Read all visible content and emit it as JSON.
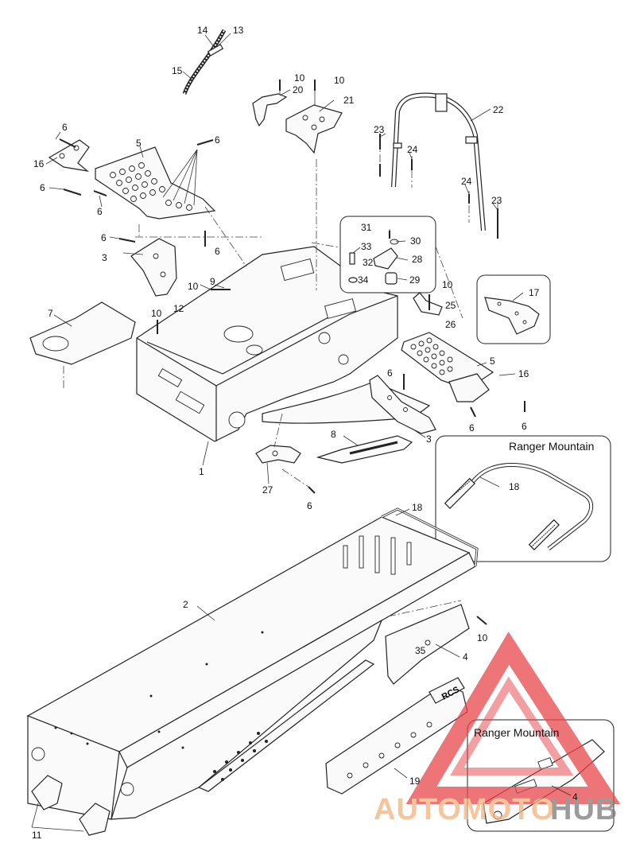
{
  "diagram": {
    "callouts": [
      {
        "id": "c14a",
        "text": "14"
      },
      {
        "id": "c13a",
        "text": "13"
      },
      {
        "id": "c15a",
        "text": "15"
      },
      {
        "id": "c10a",
        "text": "10"
      },
      {
        "id": "c10b",
        "text": "10"
      },
      {
        "id": "c20a",
        "text": "20"
      },
      {
        "id": "c21a",
        "text": "21"
      },
      {
        "id": "c22a",
        "text": "22"
      },
      {
        "id": "c23a",
        "text": "23"
      },
      {
        "id": "c24a",
        "text": "24"
      },
      {
        "id": "c24b",
        "text": "24"
      },
      {
        "id": "c23b",
        "text": "23"
      },
      {
        "id": "c6a",
        "text": "6"
      },
      {
        "id": "c6b",
        "text": "6"
      },
      {
        "id": "c5a",
        "text": "5"
      },
      {
        "id": "c16a",
        "text": "16"
      },
      {
        "id": "c6c",
        "text": "6"
      },
      {
        "id": "c6d",
        "text": "6"
      },
      {
        "id": "c6e",
        "text": "6"
      },
      {
        "id": "c6f",
        "text": "6"
      },
      {
        "id": "c3a",
        "text": "3"
      },
      {
        "id": "c10c",
        "text": "10"
      },
      {
        "id": "c9a",
        "text": "9"
      },
      {
        "id": "c7a",
        "text": "7"
      },
      {
        "id": "c10d",
        "text": "10"
      },
      {
        "id": "c12a",
        "text": "12"
      },
      {
        "id": "c31a",
        "text": "31"
      },
      {
        "id": "c30a",
        "text": "30"
      },
      {
        "id": "c33a",
        "text": "33"
      },
      {
        "id": "c32a",
        "text": "32"
      },
      {
        "id": "c28a",
        "text": "28"
      },
      {
        "id": "c34a",
        "text": "34"
      },
      {
        "id": "c29a",
        "text": "29"
      },
      {
        "id": "c10e",
        "text": "10"
      },
      {
        "id": "c25a",
        "text": "25"
      },
      {
        "id": "c26a",
        "text": "26"
      },
      {
        "id": "c17a",
        "text": "17"
      },
      {
        "id": "c5b",
        "text": "5"
      },
      {
        "id": "c16b",
        "text": "16"
      },
      {
        "id": "c6g",
        "text": "6"
      },
      {
        "id": "c6h",
        "text": "6"
      },
      {
        "id": "c6i",
        "text": "6"
      },
      {
        "id": "c8a",
        "text": "8"
      },
      {
        "id": "c3b",
        "text": "3"
      },
      {
        "id": "c1a",
        "text": "1"
      },
      {
        "id": "c27a",
        "text": "27"
      },
      {
        "id": "c6j",
        "text": "6"
      },
      {
        "id": "c18a",
        "text": "18"
      },
      {
        "id": "c18b",
        "text": "18"
      },
      {
        "id": "c2a",
        "text": "2"
      },
      {
        "id": "c10f",
        "text": "10"
      },
      {
        "id": "c35a",
        "text": "35"
      },
      {
        "id": "c4a",
        "text": "4"
      },
      {
        "id": "c19a",
        "text": "19"
      },
      {
        "id": "c4b",
        "text": "4"
      },
      {
        "id": "c11a",
        "text": "11"
      }
    ],
    "inset_top": {
      "caption": "Ranger Mountain"
    },
    "inset_bottom": {
      "caption": "Ranger Mountain"
    },
    "decal_text": "RCS",
    "watermark": {
      "part1": "AUTOMOTO",
      "part2": "HUB",
      "color_main": "#f2b27a",
      "color_hub": "#7a7a7a",
      "color_logo": "#e8474b"
    }
  }
}
